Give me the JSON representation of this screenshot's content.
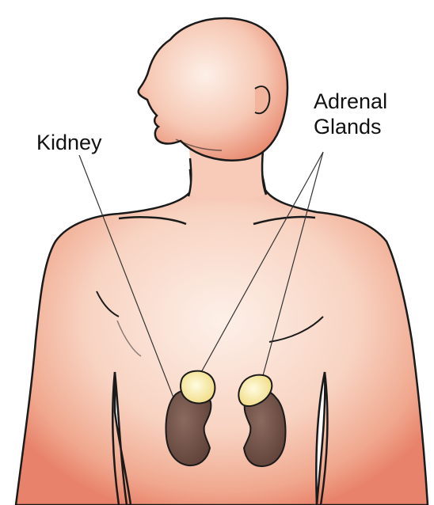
{
  "labels": {
    "kidney": "Kidney",
    "adrenal_line1": "Adrenal",
    "adrenal_line2": "Glands"
  },
  "colors": {
    "skin_light": "#fbe3d6",
    "skin_mid": "#f3b8a0",
    "skin_shadow": "#e8826a",
    "kidney": "#6e4f45",
    "adrenal": "#f5e6a0",
    "outline": "#1a1a1a",
    "pointer_line": "#333333"
  }
}
